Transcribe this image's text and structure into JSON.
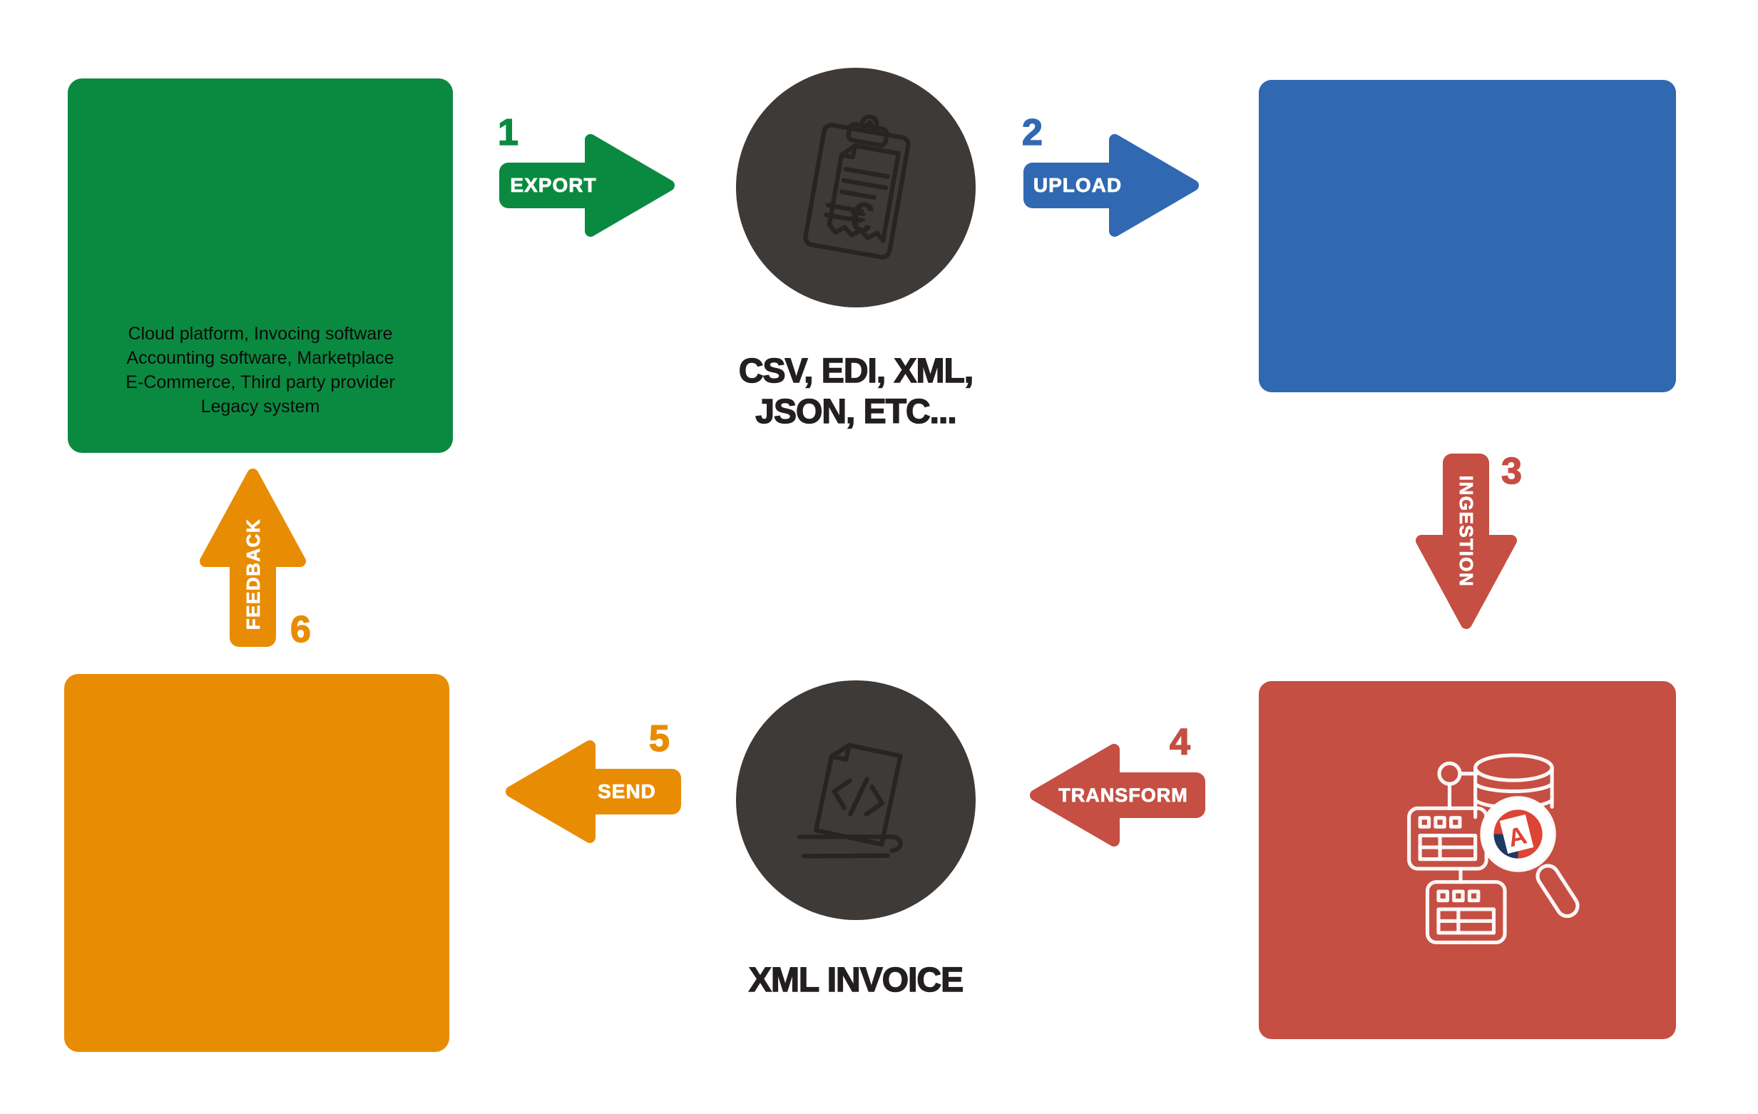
{
  "colors": {
    "green": "#0A8A40",
    "blue": "#3069B1",
    "red": "#C54F42",
    "orange": "#E88C04",
    "dark_circle": "#3D3A38",
    "ink": "#231F20",
    "white": "#FFFFFF"
  },
  "boxes": {
    "source": {
      "lines": [
        "Cloud platform, Invocing software",
        "Accounting software, Marketplace",
        "E-Commerce, Third party provider",
        "Legacy system"
      ]
    },
    "upload_target": {},
    "processing": {
      "icon": "database-magnifier-extraction-icon",
      "logo_letter": "A"
    },
    "destination": {}
  },
  "circles": {
    "formats": {
      "icon": "euro-invoice-clipboard-icon",
      "caption_line1": "CSV, EDI, XML,",
      "caption_line2": "JSON, ETC..."
    },
    "xml_invoice": {
      "icon": "xml-code-document-icon",
      "caption": "XML INVOICE"
    }
  },
  "arrows": {
    "export": {
      "number": "1",
      "label": "EXPORT"
    },
    "upload": {
      "number": "2",
      "label": "UPLOAD"
    },
    "ingestion": {
      "number": "3",
      "label": "INGESTION"
    },
    "transform": {
      "number": "4",
      "label": "TRANSFORM"
    },
    "send": {
      "number": "5",
      "label": "SEND"
    },
    "feedback": {
      "number": "6",
      "label": "FEEDBACK"
    }
  }
}
